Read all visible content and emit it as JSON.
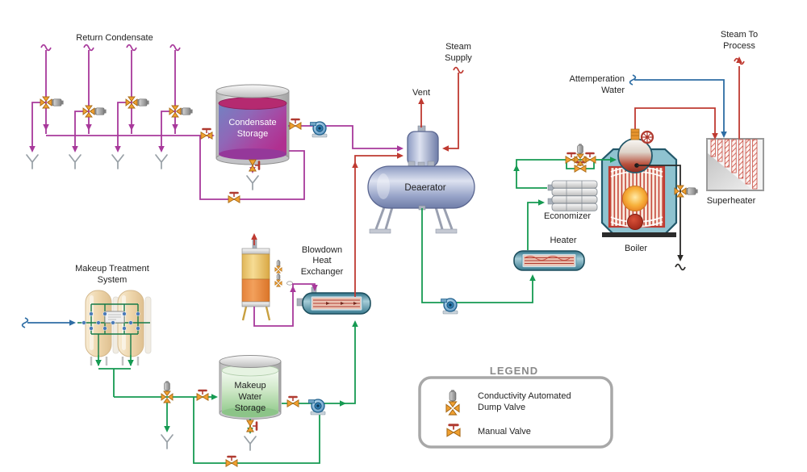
{
  "labels": {
    "return_condensate": "Return Condensate",
    "steam_supply": [
      "Steam",
      "Supply"
    ],
    "vent": "Vent",
    "attemperation_water": [
      "Attemperation",
      "Water"
    ],
    "steam_to_process": [
      "Steam To",
      "Process"
    ],
    "deaerator": "Deaerator",
    "superheater": "Superheater",
    "economizer": "Economizer",
    "heater": "Heater",
    "boiler": "Boiler",
    "blowdown_heat_exchanger": [
      "Blowdown",
      "Heat",
      "Exchanger"
    ],
    "makeup_treatment_system": [
      "Makeup Treatment",
      "System"
    ],
    "condensate_storage": [
      "Condensate",
      "Storage"
    ],
    "makeup_water_storage": [
      "Makeup",
      "Water",
      "Storage"
    ]
  },
  "legend": {
    "title": "LEGEND",
    "items": [
      {
        "name": "conductivity-automated-dump-valve",
        "label": [
          "Conductivity Automated",
          "Dump Valve"
        ]
      },
      {
        "name": "manual-valve",
        "label": [
          "Manual Valve"
        ]
      }
    ]
  },
  "colors": {
    "condensate_line": "#a8399b",
    "steam_line": "#bf3a31",
    "water_line": "#169a52",
    "attemperation_line": "#2e6da4",
    "blowdown_line": "#2b2a28",
    "valve_body_orange": "#f0a030",
    "valve_handle_red": "#b03a30",
    "actuator_gray": "#8f8f8f",
    "drain_gray": "#98a0a6"
  }
}
